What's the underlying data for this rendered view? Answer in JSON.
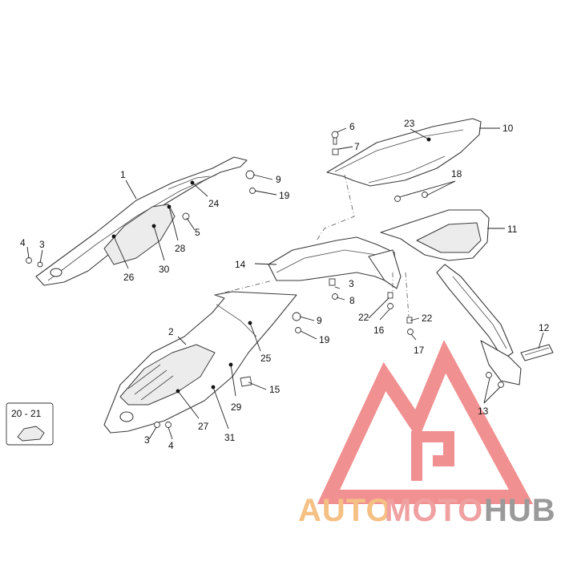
{
  "callouts": {
    "n1": "1",
    "n2": "2",
    "n3a": "3",
    "n3b": "3",
    "n3c": "3",
    "n4a": "4",
    "n4b": "4",
    "n5": "5",
    "n6": "6",
    "n7": "7",
    "n8": "8",
    "n9a": "9",
    "n9b": "9",
    "n10": "10",
    "n11": "11",
    "n12": "12",
    "n13": "13",
    "n14": "14",
    "n15": "15",
    "n16": "16",
    "n17": "17",
    "n18": "18",
    "n19a": "19",
    "n19b": "19",
    "n22a": "22",
    "n22b": "22",
    "n23": "23",
    "n24": "24",
    "n25": "25",
    "n26": "26",
    "n27": "27",
    "n28": "28",
    "n29": "29",
    "n30": "30",
    "n31": "31"
  },
  "kit_box": {
    "label": "20 - 21"
  },
  "watermark": {
    "part1": "AUTO",
    "part2": "MOTO",
    "part3": "HUB",
    "colors": {
      "auto": "#f5c083",
      "moto": "#f0a0a0",
      "hub": "#9a9a9a",
      "logo": "#ef7d7d"
    }
  }
}
